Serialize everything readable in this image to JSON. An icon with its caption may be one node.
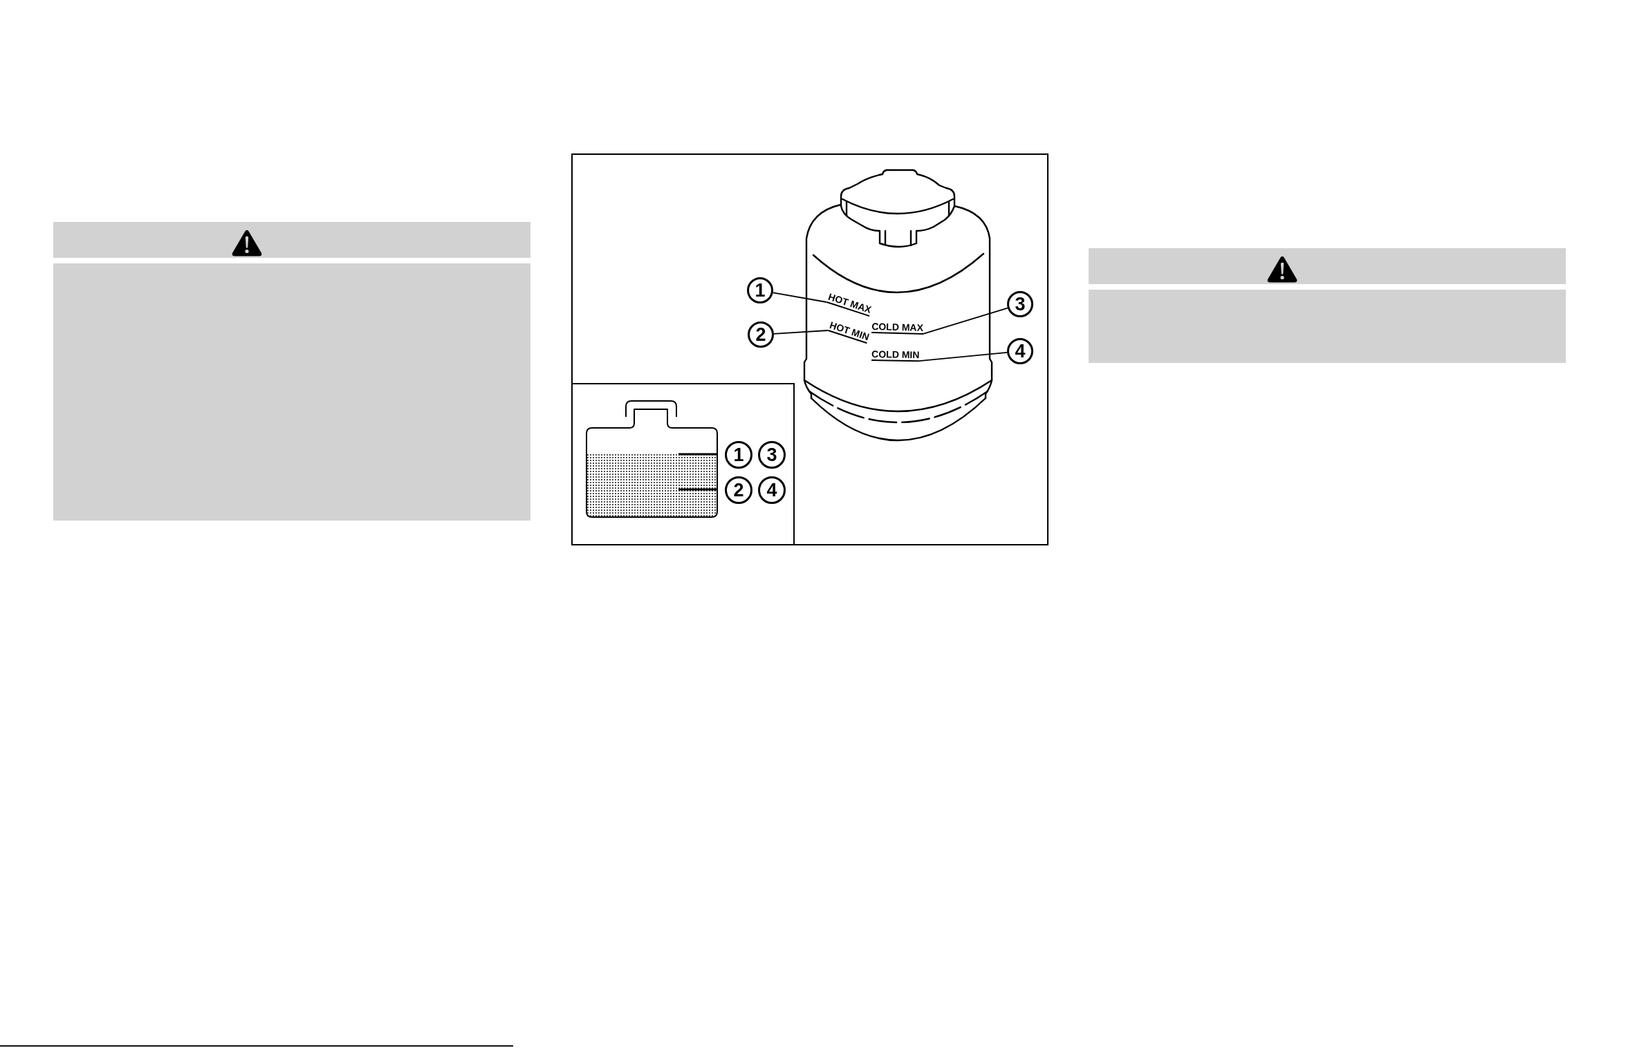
{
  "diagram": {
    "nodes": [
      {
        "text": [
          "1"
        ]
      },
      {
        "text": [
          "HOT MAX"
        ]
      },
      {
        "text": [
          "3"
        ]
      },
      {
        "text": [
          "COLD MAX"
        ]
      },
      {
        "text": [
          "2"
        ]
      },
      {
        "text": [
          "HOT MIN"
        ]
      },
      {
        "text": [
          "4"
        ]
      },
      {
        "text": [
          "COLD MIN"
        ]
      },
      {
        "text": [
          "1"
        ]
      },
      {
        "text": [
          "3"
        ]
      },
      {
        "text": [
          "2"
        ]
      },
      {
        "text": [
          "4"
        ]
      }
    ],
    "edges": [
      {
        "from": 0,
        "to": 1,
        "arrow": "none"
      },
      {
        "from": 2,
        "to": 3,
        "arrow": "none"
      },
      {
        "from": 4,
        "to": 5,
        "arrow": "none"
      },
      {
        "from": 6,
        "to": 7,
        "arrow": "none"
      }
    ]
  }
}
